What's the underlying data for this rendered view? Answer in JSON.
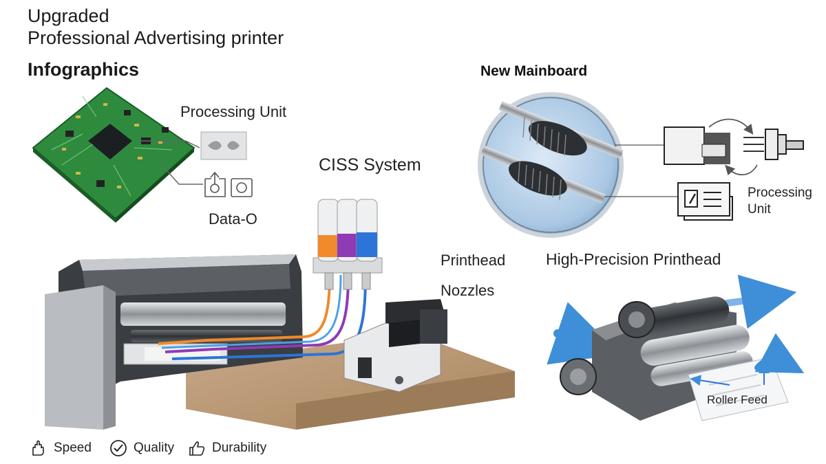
{
  "header": {
    "line1": "Upgraded",
    "line2": "Professional Advertising printer",
    "line3": "Infographics"
  },
  "labels": {
    "processing_unit_left": "Processing Unit",
    "data_o": "Data-O",
    "ciss_system": "CISS System",
    "printhead": "Printhead",
    "nozzles": "Nozzles",
    "new_mainboard": "New Mainboard",
    "processing_unit_right_line1": "Processing",
    "processing_unit_right_line2": "Unit",
    "high_precision_printhead": "High-Precision Printhead",
    "roller_feed": "Roller Feed"
  },
  "features": [
    {
      "label": "Speed",
      "icon": "hand-icon"
    },
    {
      "label": "Quality",
      "icon": "check-circle-icon"
    },
    {
      "label": "Durability",
      "icon": "thumbs-up-icon"
    }
  ],
  "colors": {
    "pcb_green": "#2e8b3e",
    "ink_orange": "#f08a2a",
    "ink_purple": "#8e3bb5",
    "ink_blue": "#2d74d8",
    "arrow_blue": "#3e8ed8",
    "wood": "#b79874"
  }
}
